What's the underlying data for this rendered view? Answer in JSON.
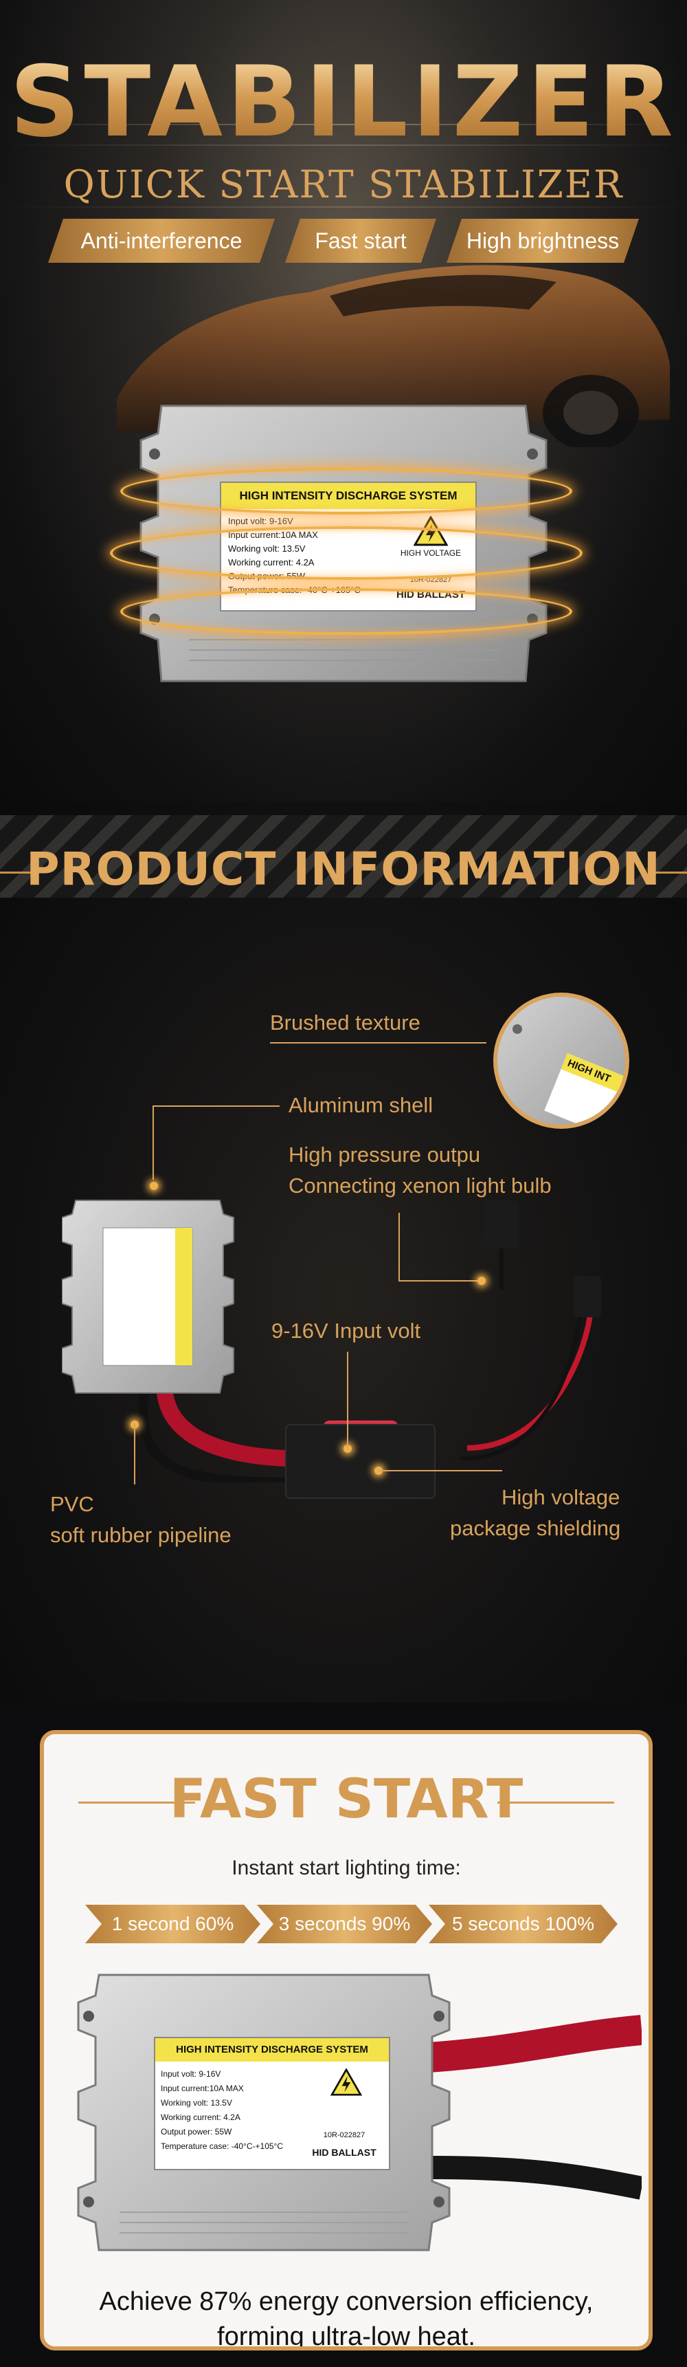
{
  "hero": {
    "title": "STABILIZER",
    "subtitle": "QUICK START STABILIZER",
    "tags": [
      "Anti-interference",
      "Fast start",
      "High brightness"
    ]
  },
  "ballast_label": {
    "header": "HIGH INTENSITY DISCHARGE SYSTEM",
    "lines": [
      "Input volt: 9-16V",
      "Input current:10A MAX",
      "Working volt: 13.5V",
      "Working current: 4.2A",
      "Output power: 55W",
      "Temperature case: -40°C-+105°C"
    ],
    "warning": "HIGH VOLTAGE",
    "code": "10R-022827",
    "brand": "HID BALLAST"
  },
  "info": {
    "title": "PRODUCT INFORMATION",
    "zoom_label": "HIGH INT",
    "labels": {
      "brushed": "Brushed texture",
      "aluminum": "Aluminum shell",
      "output_1": "High pressure outpu",
      "output_2": "Connecting xenon light bulb",
      "input": "9-16V Input volt",
      "pvc_1": "PVC",
      "pvc_2": "soft rubber pipeline",
      "shield_1": "High voltage",
      "shield_2": "package shielding"
    }
  },
  "fast": {
    "title": "FAST START",
    "subtitle": "Instant start lighting time:",
    "steps": [
      "1 second 60%",
      "3 seconds 90%",
      "5 seconds 100%"
    ],
    "caption_1": "Achieve 87% energy conversion efficiency,",
    "caption_2": "forming ultra-low heat."
  },
  "colors": {
    "gold": "#d9a35e",
    "ring": "#f0b04a",
    "label_yellow": "#f4e24a",
    "cable_red": "#b0122a"
  }
}
